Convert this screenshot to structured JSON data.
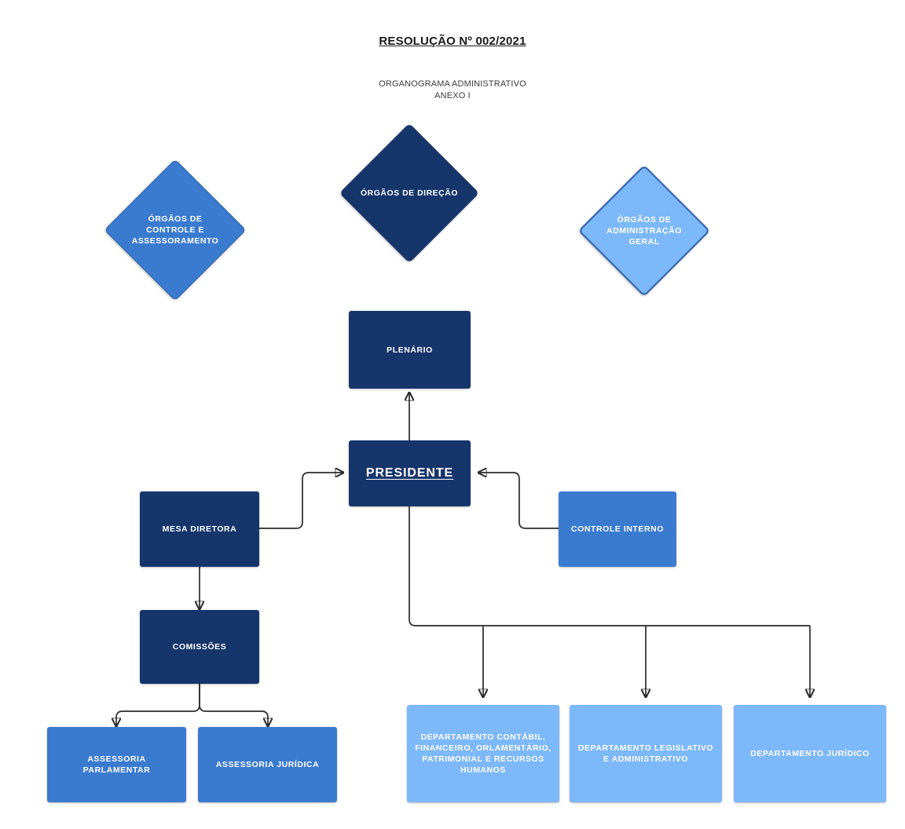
{
  "document": {
    "title": "RESOLUÇÃO Nº 002/2021",
    "subtitle_line1": "ORGANOGRAMA ADMINISTRATIVO",
    "subtitle_line2": "ANEXO I"
  },
  "legend_diamonds": [
    {
      "id": "controle-assessoramento",
      "label": "ÓRGÃOS DE CONTROLE E ASSESSORAMENTO",
      "color": "#3a7bd0"
    },
    {
      "id": "direcao",
      "label": "ÓRGÃOS DE DIREÇÃO",
      "color": "#15356b"
    },
    {
      "id": "administracao-geral",
      "label": "ÓRGÃOS DE ADMINISTRAÇÃO GERAL",
      "color": "#7db8fb"
    }
  ],
  "nodes": [
    {
      "id": "plenario",
      "label": "PLENÁRIO",
      "color": "#15356b"
    },
    {
      "id": "presidente",
      "label": "PRESIDENTE",
      "color": "#15356b"
    },
    {
      "id": "mesa-diretora",
      "label": "MESA DIRETORA",
      "color": "#15356b"
    },
    {
      "id": "controle-interno",
      "label": "CONTROLE INTERNO",
      "color": "#3a7bd0"
    },
    {
      "id": "comissoes",
      "label": "COMISSÕES",
      "color": "#15356b"
    },
    {
      "id": "assessoria-parlamentar",
      "label": "ASSESSORIA PARLAMENTAR",
      "color": "#3a7bd0"
    },
    {
      "id": "assessoria-juridica",
      "label": "ASSESSORIA JURÍDICA",
      "color": "#3a7bd0"
    },
    {
      "id": "departamento-contabil",
      "label": "DEPARTAMENTO CONTÁBIL, FINANCEIRO, ORLAMENTÁRIO, PATRIMONIAL E RECURSOS HUMANOS",
      "color": "#7db8fb"
    },
    {
      "id": "departamento-legislativo",
      "label": "DEPARTAMENTO LEGISLATIVO E ADMINISTRATIVO",
      "color": "#7db8fb"
    },
    {
      "id": "departamento-juridico",
      "label": "DEPARTAMENTO JURÍDICO",
      "color": "#7db8fb"
    }
  ],
  "connections": [
    {
      "from": "presidente",
      "to": "plenario",
      "arrow": true
    },
    {
      "from": "mesa-diretora",
      "to": "presidente",
      "arrow": true
    },
    {
      "from": "controle-interno",
      "to": "presidente",
      "arrow": true
    },
    {
      "from": "mesa-diretora",
      "to": "comissoes",
      "arrow": true
    },
    {
      "from": "comissoes",
      "to": "assessoria-parlamentar",
      "arrow": true
    },
    {
      "from": "comissoes",
      "to": "assessoria-juridica",
      "arrow": true
    },
    {
      "from": "presidente",
      "to": "departamento-contabil",
      "arrow": true
    },
    {
      "from": "presidente",
      "to": "departamento-legislativo",
      "arrow": true
    },
    {
      "from": "presidente",
      "to": "departamento-juridico",
      "arrow": true
    }
  ],
  "palette": {
    "navy": "#15356b",
    "medium_blue": "#3a7bd0",
    "light_blue": "#7db8fb",
    "connector": "#2b2b2b",
    "background": "#ffffff"
  }
}
